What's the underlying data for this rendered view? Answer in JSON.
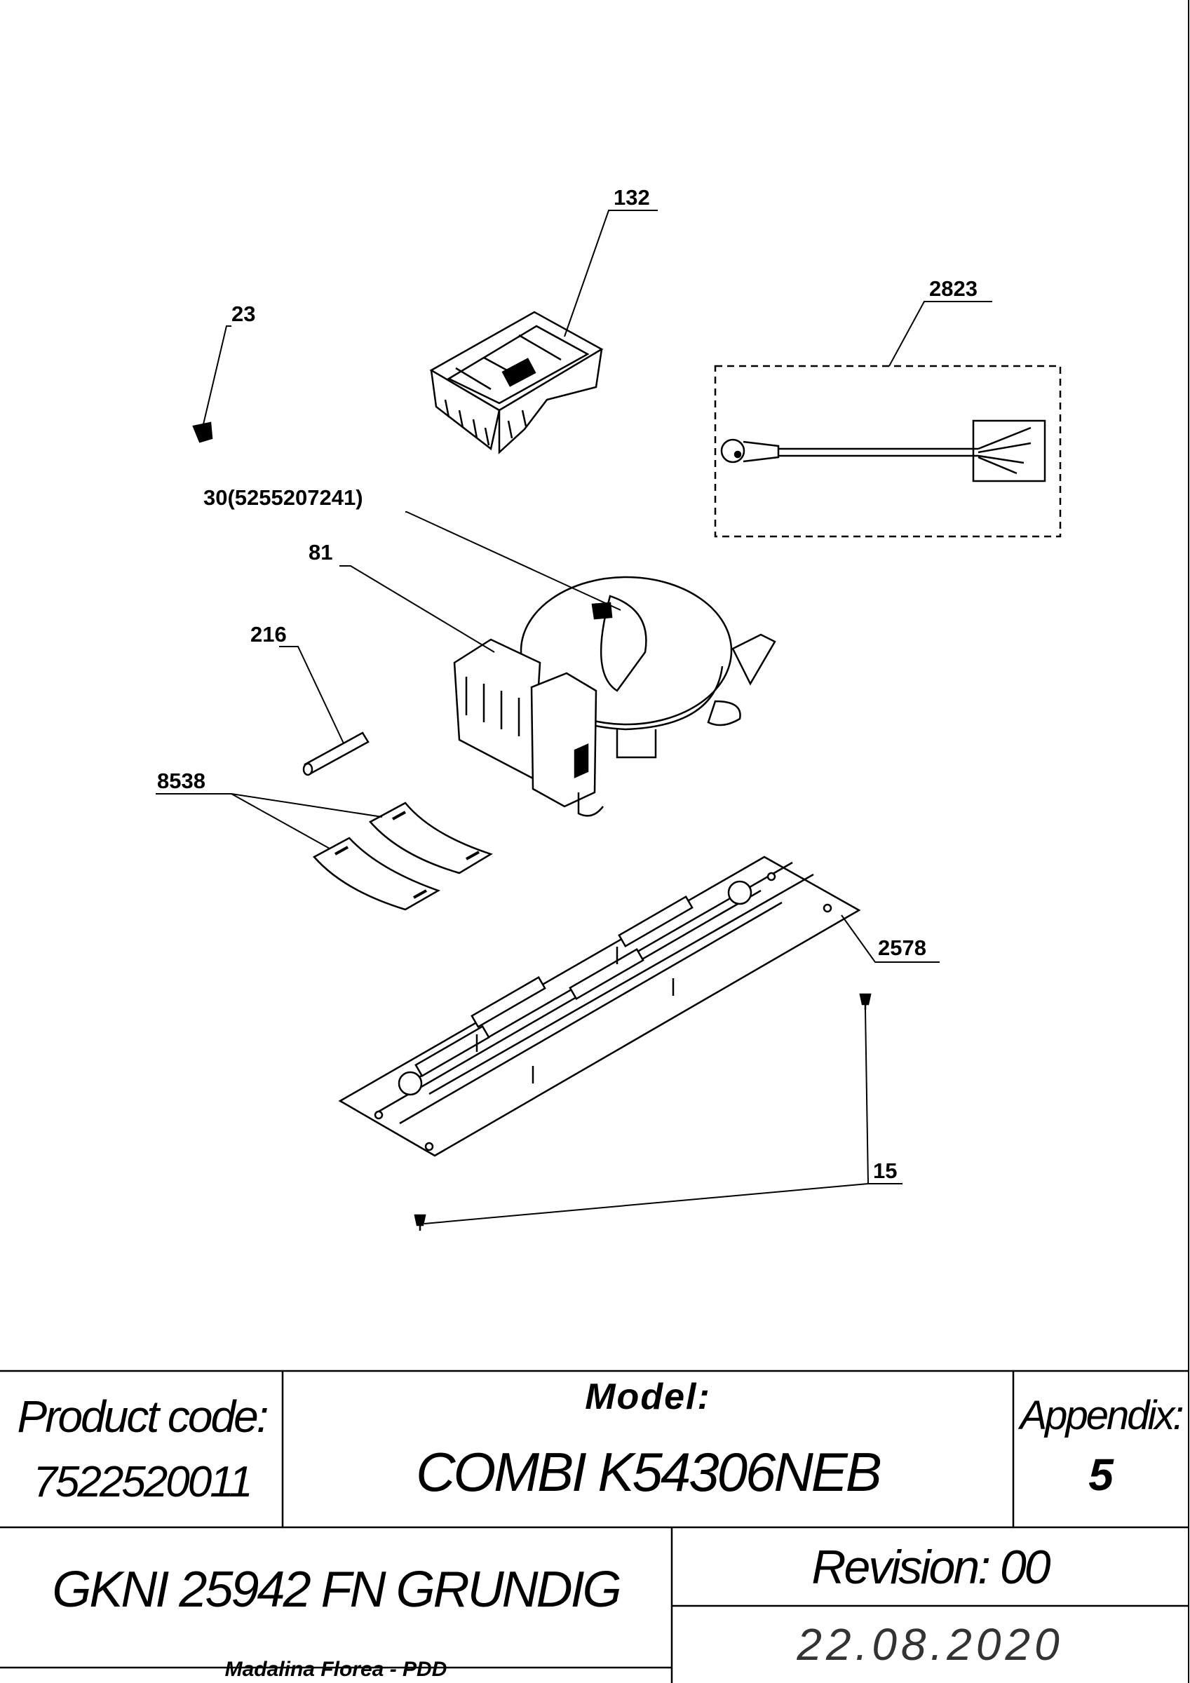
{
  "parts": [
    {
      "id": "132",
      "label": "132"
    },
    {
      "id": "2823",
      "label": "2823"
    },
    {
      "id": "23",
      "label": "23"
    },
    {
      "id": "30",
      "label": "30(5255207241)"
    },
    {
      "id": "81",
      "label": "81"
    },
    {
      "id": "216",
      "label": "216"
    },
    {
      "id": "8538",
      "label": "8538"
    },
    {
      "id": "2578",
      "label": "2578"
    },
    {
      "id": "15",
      "label": "15"
    }
  ],
  "title_block": {
    "product_code_label": "Product code:",
    "product_code": "7522520011",
    "model_label": "Model:",
    "model": "COMBI K54306NEB",
    "appendix_label": "Appendix:",
    "appendix": "5",
    "product_name": "GKNI 25942 FN GRUNDIG",
    "revision": "Revision: 00",
    "author": "Madalina Florea - PDD",
    "date": "22.08.2020"
  }
}
